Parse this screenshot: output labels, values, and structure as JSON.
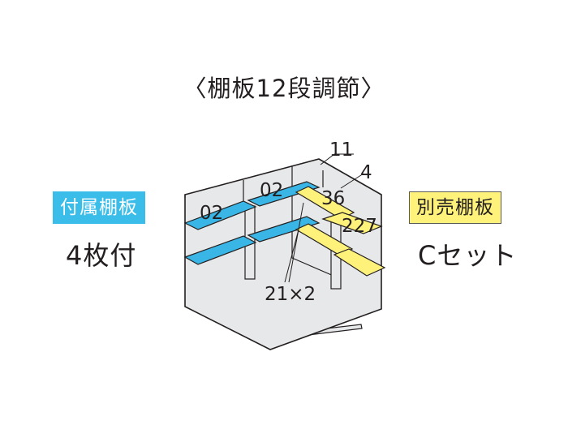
{
  "title": "〈棚板12段調節〉",
  "left_badge": "付属棚板",
  "left_sub": "4枚付",
  "right_badge": "別売棚板",
  "right_sub": "Cセット",
  "diagram_labels": {
    "shelf_left": "02",
    "shelf_mid": "02",
    "dim_top": "11",
    "dim_side": "4",
    "yellow_upper": "36",
    "yellow_lower": "227",
    "bottom": "21×2"
  },
  "colors": {
    "included_shelf": "#39b5e6",
    "optional_shelf": "#fff27a",
    "interior": "#e7e8e9",
    "outline": "#231f20"
  }
}
